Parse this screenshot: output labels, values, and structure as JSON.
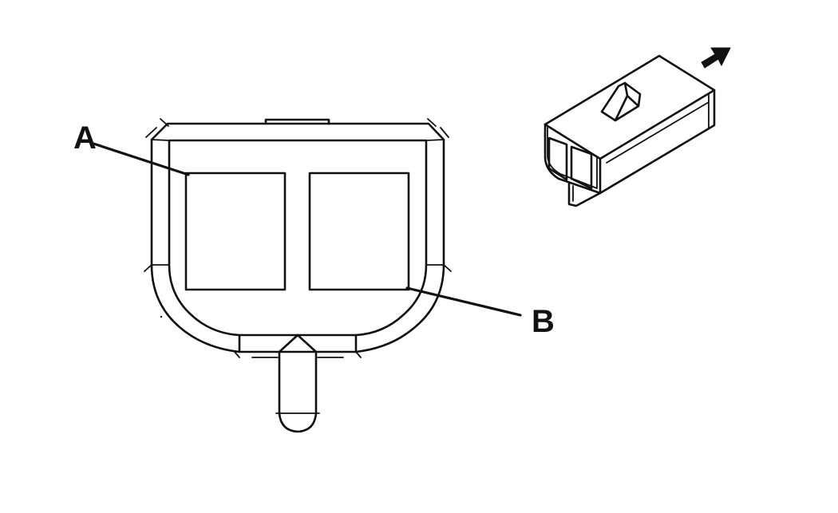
{
  "diagram": {
    "callouts": [
      {
        "id": "A",
        "label": "A"
      },
      {
        "id": "B",
        "label": "B"
      }
    ],
    "colors": {
      "line": "#111111",
      "background": "#ffffff"
    },
    "icons": [
      "arrow-right-up-icon"
    ]
  }
}
